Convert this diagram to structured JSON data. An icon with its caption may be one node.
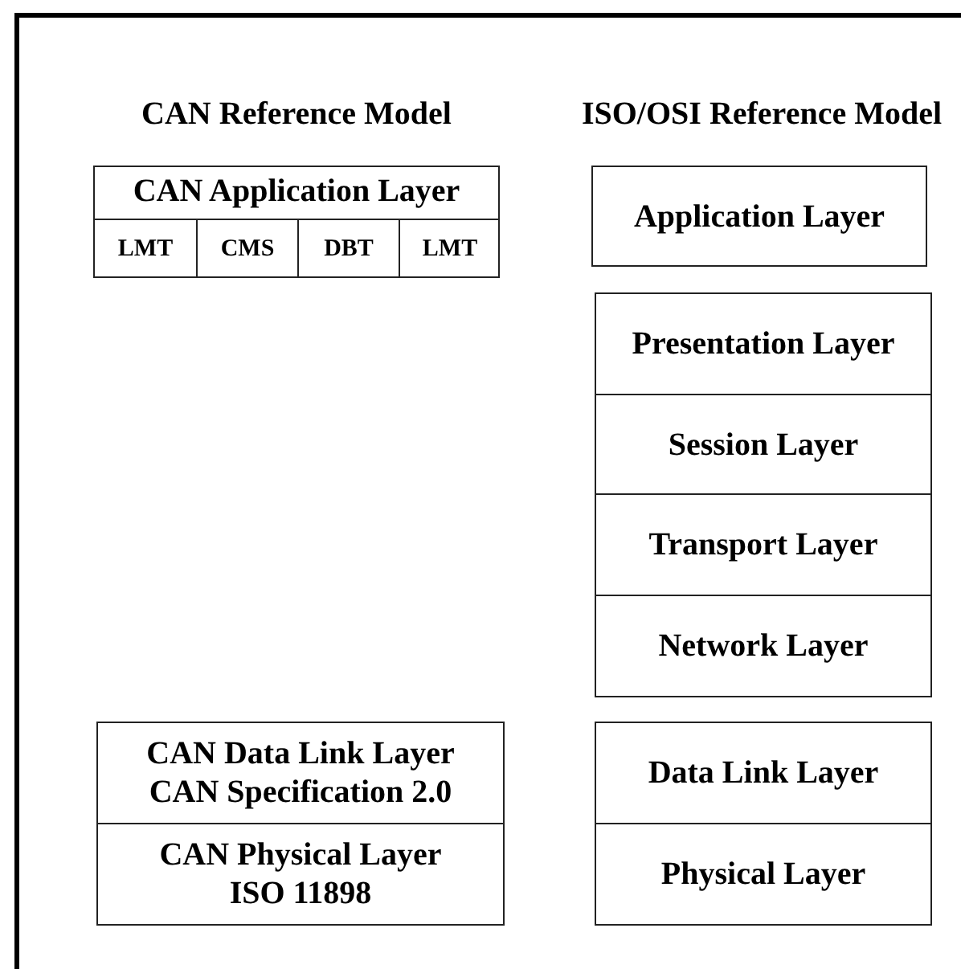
{
  "diagram": {
    "nodes": [
      {
        "text": [
          "CAN Application Layer"
        ]
      },
      {
        "text": [
          "LMT"
        ],
        "in": 0
      },
      {
        "text": [
          "CMS"
        ],
        "in": 0
      },
      {
        "text": [
          "DBT"
        ],
        "in": 0
      },
      {
        "text": [
          "LMT"
        ],
        "in": 0
      },
      {
        "text": [
          "Application Layer"
        ]
      },
      {
        "text": [
          "Presentation Layer"
        ]
      },
      {
        "text": [
          "Session Layer"
        ]
      },
      {
        "text": [
          "Transport Layer"
        ]
      },
      {
        "text": [
          "Network Layer"
        ]
      },
      {
        "text": [
          "CAN Data Link Layer",
          "CAN Specification 2.0"
        ]
      },
      {
        "text": [
          "CAN Physical Layer",
          "ISO 11898"
        ]
      },
      {
        "text": [
          "Data Link Layer"
        ]
      },
      {
        "text": [
          "Physical Layer"
        ]
      }
    ],
    "labels": [
      "CAN Reference Model",
      "ISO/OSI Reference Model"
    ]
  }
}
